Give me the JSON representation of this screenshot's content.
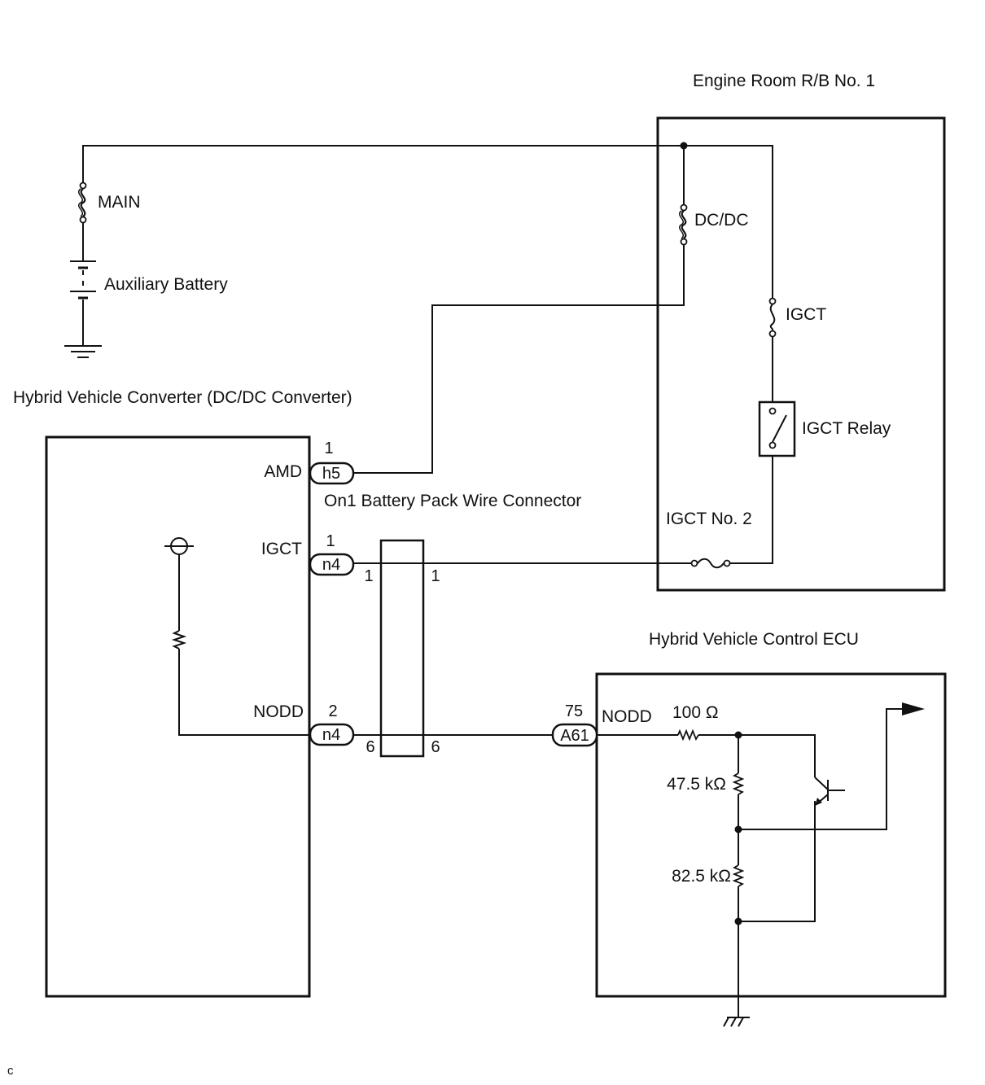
{
  "labels": {
    "engine_room_rb": "Engine Room  R/B No. 1",
    "main_fuse": "MAIN",
    "aux_battery": "Auxiliary Battery",
    "dcdc_fuse": "DC/DC",
    "igct_fuse": "IGCT",
    "igct_relay": "IGCT Relay",
    "igct_no2": "IGCT No. 2",
    "hv_converter": "Hybrid Vehicle Converter (DC/DC Converter)",
    "battery_pack_connector": "On1 Battery Pack Wire Connector",
    "hv_control_ecu": "Hybrid Vehicle Control ECU",
    "footnote": "c"
  },
  "converter_terminals": {
    "amd": {
      "name": "AMD",
      "pin": "1",
      "connector": "h5"
    },
    "igct": {
      "name": "IGCT",
      "pin": "1",
      "connector": "n4"
    },
    "nodd": {
      "name": "NODD",
      "pin": "2",
      "connector": "n4"
    }
  },
  "battery_pack_pins": {
    "igct_left": "1",
    "igct_right": "1",
    "nodd_left": "6",
    "nodd_right": "6"
  },
  "ecu_terminal": {
    "name": "NODD",
    "pin": "75",
    "connector": "A61"
  },
  "ecu_components": {
    "r_series": "100 Ω",
    "r_upper": "47.5 kΩ",
    "r_lower": "82.5 kΩ"
  }
}
